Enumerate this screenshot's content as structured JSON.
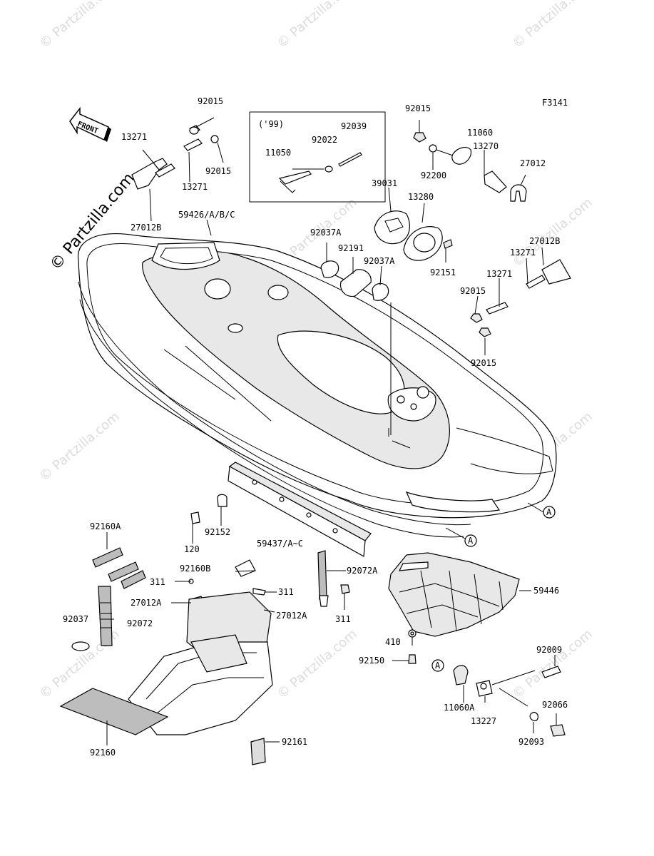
{
  "figure_code": "F3141",
  "watermark": "© Partzilla.com",
  "side_watermark": "© Partzilla.com",
  "front_label": "FRONT",
  "inset_year": "('99)",
  "ref_marker": "A",
  "labels": {
    "p92015_a": "92015",
    "p92015_b": "92015",
    "p13271_a": "13271",
    "p13271_b": "13271",
    "p27012B_a": "27012B",
    "p59426": "59426/A/B/C",
    "p11050": "11050",
    "p92022": "92022",
    "p92039": "92039",
    "p92015_c": "92015",
    "p92200": "92200",
    "p11060": "11060",
    "p13270": "13270",
    "p27012": "27012",
    "p39031": "39031",
    "p13280": "13280",
    "p92037A_a": "92037A",
    "p92191": "92191",
    "p92037A_b": "92037A",
    "p92151": "92151",
    "p27012B_b": "27012B",
    "p13271_c": "13271",
    "p13271_d": "13271",
    "p92015_d": "92015",
    "p92015_e": "92015",
    "p92160A": "92160A",
    "p92152": "92152",
    "p120": "120",
    "p59437": "59437/A~C",
    "p92160B": "92160B",
    "p311_a": "311",
    "p311_b": "311",
    "p92072A": "92072A",
    "p27012A_a": "27012A",
    "p27012A_b": "27012A",
    "p311_c": "311",
    "p92037": "92037",
    "p92072": "92072",
    "p59446": "59446",
    "p410": "410",
    "p92150": "92150",
    "p92009": "92009",
    "p11060A": "11060A",
    "p13227": "13227",
    "p92066": "92066",
    "p92093": "92093",
    "p92160": "92160",
    "p92161": "92161"
  }
}
